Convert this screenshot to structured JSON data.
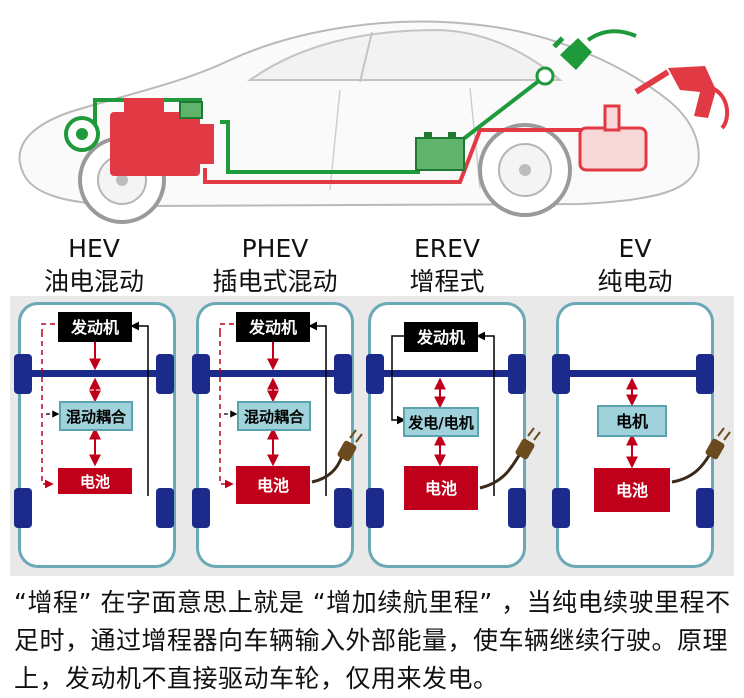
{
  "car_section": {
    "icons": [
      "car-icon",
      "engine-icon",
      "generator-icon",
      "battery-pack-icon",
      "fuel-tank-icon",
      "charging-plug-icon",
      "fuel-nozzle-icon"
    ]
  },
  "types": [
    {
      "abbr": "HEV",
      "name": "油电混动"
    },
    {
      "abbr": "PHEV",
      "name": "插电式混动"
    },
    {
      "abbr": "EREV",
      "name": "增程式"
    },
    {
      "abbr": "EV",
      "name": "纯电动"
    }
  ],
  "diagrams": {
    "engine_label": "发动机",
    "hybrid_coupling_label": "混动耦合",
    "generator_motor_label": "发电/电机",
    "motor_label": "电机",
    "battery_label": "电池"
  },
  "colors": {
    "engine_box": "#000000",
    "coupling_box": "#9fd2da",
    "battery_box": "#c0001a",
    "wheel": "#1c2a8c",
    "axle": "#1c2a8c",
    "chassis_border": "#6aa9b5",
    "fuel_red": "#e23a44",
    "electric_green": "#1e9a3a"
  },
  "description": {
    "text": "“增程” 在字面意思上就是 “增加续航里程” ，当纯电续驶里程不足时，通过增程器向车辆输入外部能量，使车辆继续行驶。原理上，发动机不直接驱动车轮，仅用来发电。"
  }
}
